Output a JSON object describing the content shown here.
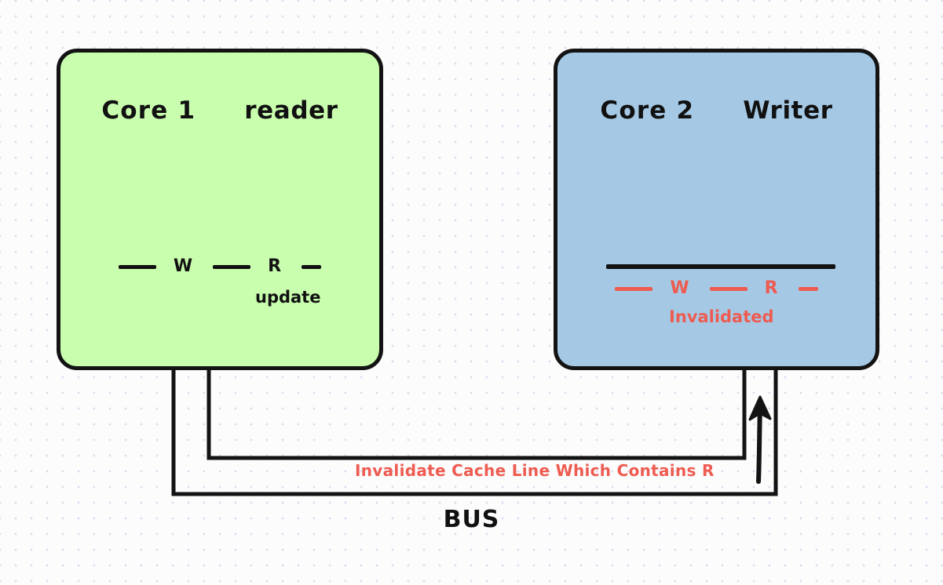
{
  "diagram": {
    "title": "BUS",
    "background": {
      "grid": "dotted",
      "dot_color": "#d9dced",
      "page_color": "#fcfcfd"
    },
    "palette": {
      "core1_fill": "#c9feae",
      "core2_fill": "#a5c9e5",
      "stroke": "#131313",
      "invalid_red": "#ee5b50",
      "text": "#111111"
    },
    "cores": [
      {
        "id": "core1",
        "name": "Core 1",
        "role": "reader",
        "fill": "#c9feae",
        "cacheline": {
          "state_color": "#111111",
          "slots": [
            {
              "kind": "dash",
              "size": "long"
            },
            {
              "kind": "label",
              "text": "W"
            },
            {
              "kind": "dash",
              "size": "long"
            },
            {
              "kind": "label",
              "text": "R"
            },
            {
              "kind": "dash",
              "size": "short"
            }
          ],
          "note": "update",
          "note_color": "#111111",
          "has_solid_bar": false
        }
      },
      {
        "id": "core2",
        "name": "Core 2",
        "role": "Writer",
        "fill": "#a5c9e5",
        "cacheline": {
          "state_color": "#ee5b50",
          "slots": [
            {
              "kind": "dash",
              "size": "long"
            },
            {
              "kind": "label",
              "text": "W"
            },
            {
              "kind": "dash",
              "size": "long"
            },
            {
              "kind": "label",
              "text": "R"
            },
            {
              "kind": "dash",
              "size": "short"
            }
          ],
          "note": "Invalidated",
          "note_color": "#ee5b50",
          "has_solid_bar": true
        }
      }
    ],
    "bus": {
      "label": "BUS",
      "message": "Invalidate Cache Line Which Contains R",
      "message_color": "#ee5b50",
      "arrow_direction": "up",
      "arrow_meaning": "signal travels from bus into Core 2"
    }
  }
}
